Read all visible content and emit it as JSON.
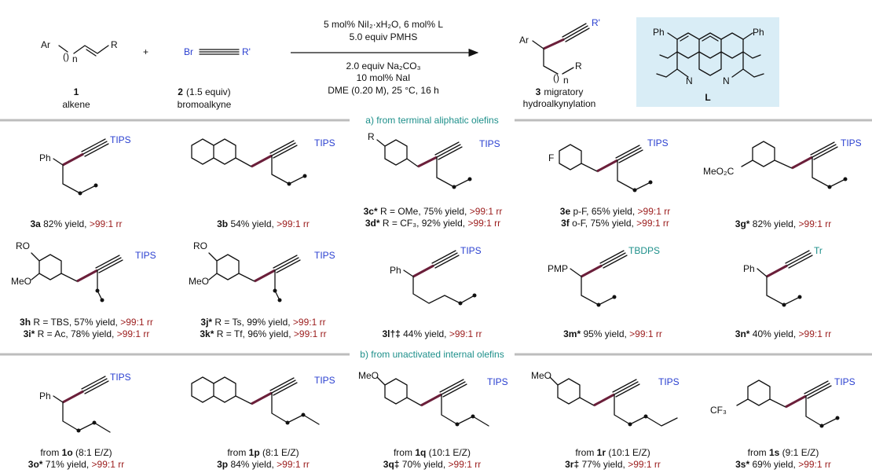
{
  "colors": {
    "accent_teal": "#1d8f8a",
    "accent_blue": "#2a3fd0",
    "rr_red": "#9b1c1c",
    "highlight_bond": "#6b1f3a",
    "ligand_box_bg": "#d9edf6",
    "divider_gray": "#bdbdbd"
  },
  "reaction": {
    "reactant1": {
      "atoms": {
        "ar": "Ar",
        "n": "n",
        "r": "R"
      },
      "number": "1",
      "name": "alkene"
    },
    "plus": "+",
    "reactant2": {
      "atoms": {
        "br": "Br",
        "rprime": "R'"
      },
      "number": "2",
      "equiv": "(1.5 equiv)",
      "name": "bromoalkyne"
    },
    "conditions_above": [
      "5 mol% NiI₂·xH₂O,  6 mol% L",
      "5.0 equiv PMHS"
    ],
    "conditions_below": [
      "2.0 equiv Na₂CO₃",
      "10 mol% NaI",
      "DME (0.20 M), 25 °C, 16 h"
    ],
    "product": {
      "atoms": {
        "ar": "Ar",
        "rprime": "R'",
        "r": "R",
        "n": "n"
      },
      "number": "3",
      "name_line1": "migratory",
      "name_line2": "hydroalkynylation"
    },
    "ligand": {
      "ph1": "Ph",
      "ph2": "Ph",
      "n1": "N",
      "n2": "N",
      "label": "L"
    }
  },
  "sections": {
    "a": "a) from terminal aliphatic olefins",
    "b": "b) from unactivated internal olefins"
  },
  "atoms": {
    "tips": "TIPS",
    "tbdps": "TBDPS",
    "tr": "Tr",
    "ph": "Ph",
    "pmp": "PMP",
    "r": "R",
    "f": "F",
    "ro": "RO",
    "meo": "MeO",
    "meo2c": "MeO₂C",
    "cf3": "CF₃"
  },
  "captions": {
    "3a": {
      "cmpd": "3a",
      "text": " 82% yield, ",
      "rr": ">99:1 rr"
    },
    "3b": {
      "cmpd": "3b",
      "text": " 54% yield, ",
      "rr": ">99:1 rr"
    },
    "3c": {
      "cmpd": "3c*",
      "text": " R = OMe, 75% yield, ",
      "rr": ">99:1 rr"
    },
    "3d": {
      "cmpd": "3d*",
      "text": " R = CF₃, 92% yield, ",
      "rr": ">99:1 rr"
    },
    "3e": {
      "cmpd": "3e",
      "text": " p-F, 65% yield, ",
      "rr": ">99:1 rr"
    },
    "3f": {
      "cmpd": "3f",
      "text": " o-F, 75% yield, ",
      "rr": ">99:1 rr"
    },
    "3g": {
      "cmpd": "3g*",
      "text": " 82% yield, ",
      "rr": ">99:1 rr"
    },
    "3h": {
      "cmpd": "3h",
      "text": " R = TBS, 57% yield, ",
      "rr": ">99:1 rr"
    },
    "3i": {
      "cmpd": "3i*",
      "text": " R = Ac, 78% yield, ",
      "rr": ">99:1 rr"
    },
    "3j": {
      "cmpd": "3j*",
      "text": " R = Ts, 99% yield, ",
      "rr": ">99:1 rr"
    },
    "3k": {
      "cmpd": "3k*",
      "text": " R = Tf, 96% yield, ",
      "rr": ">99:1 rr"
    },
    "3l": {
      "cmpd": "3l†‡",
      "text": " 44% yield, ",
      "rr": ">99:1 rr"
    },
    "3m": {
      "cmpd": "3m*",
      "text": " 95% yield, ",
      "rr": ">99:1 rr"
    },
    "3n": {
      "cmpd": "3n*",
      "text": " 40% yield, ",
      "rr": ">99:1 rr"
    },
    "1o": {
      "text": "from ",
      "cmpd": "1o",
      "ratio": " (8:1 E/Z)"
    },
    "3o": {
      "cmpd": "3o*",
      "text": " 71% yield, ",
      "rr": ">99:1 rr"
    },
    "1p": {
      "text": "from ",
      "cmpd": "1p",
      "ratio": " (8:1 E/Z)"
    },
    "3p": {
      "cmpd": "3p",
      "text": " 84% yield, ",
      "rr": ">99:1 rr"
    },
    "1q": {
      "text": "from ",
      "cmpd": "1q",
      "ratio": " (10:1 E/Z)"
    },
    "3q": {
      "cmpd": "3q‡",
      "text": " 70% yield, ",
      "rr": ">99:1 rr"
    },
    "1r": {
      "text": "from ",
      "cmpd": "1r",
      "ratio": "  (10:1 E/Z)"
    },
    "3r": {
      "cmpd": "3r‡",
      "text": " 77% yield, ",
      "rr": ">99:1 rr"
    },
    "1s": {
      "text": "from ",
      "cmpd": "1s",
      "ratio": " (9:1 E/Z)"
    },
    "3s": {
      "cmpd": "3s*",
      "text": " 69% yield, ",
      "rr": ">99:1 rr"
    }
  }
}
